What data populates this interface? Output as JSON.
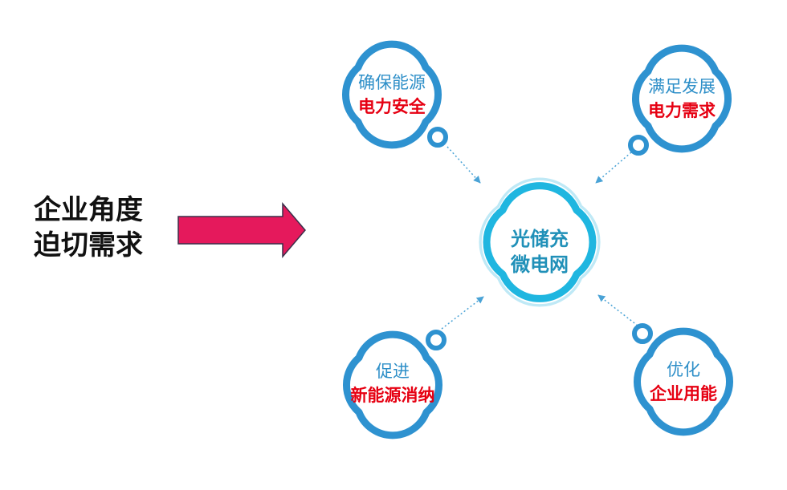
{
  "left_title": {
    "line1": "企业角度",
    "line2": "迫切需求"
  },
  "center": {
    "line1": "光储充",
    "line2": "微电网"
  },
  "nodes": [
    {
      "id": "top-left",
      "line1": "确保能源",
      "line2": "电力安全"
    },
    {
      "id": "top-right",
      "line1": "满足发展",
      "line2": "电力需求"
    },
    {
      "id": "bottom-left",
      "line1": "促进",
      "line2": "新能源消纳"
    },
    {
      "id": "bottom-right",
      "line1": "优化",
      "line2": "企业用能"
    }
  ],
  "colors": {
    "outer_cloud": "#2e92d0",
    "center_cloud": "#1fb6e0",
    "arrow": "#e5195c",
    "connector": "#4aa3d6",
    "highlight_text": "#e60012",
    "label_text": "#2e8fc8",
    "center_text": "#2090b8"
  }
}
